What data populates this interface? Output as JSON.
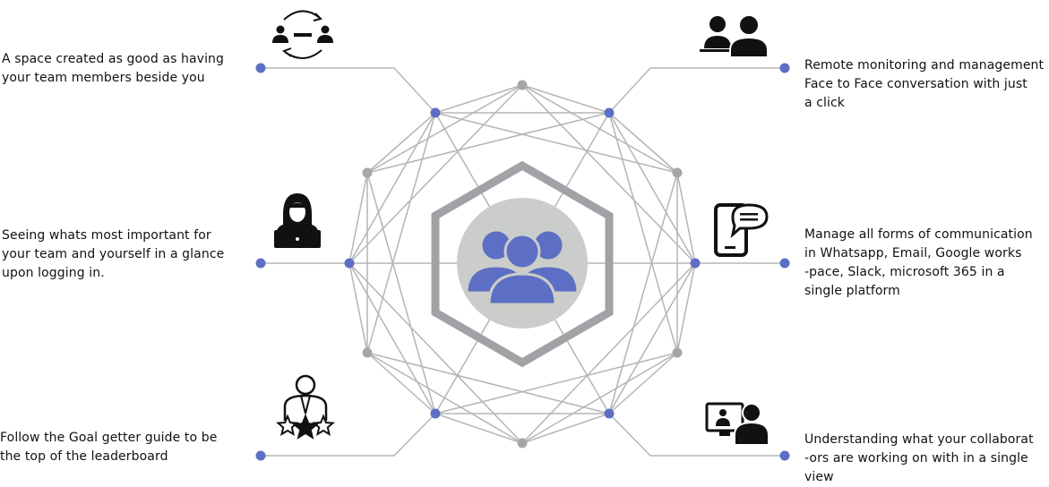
{
  "colors": {
    "node_blue": "#5d6fc4",
    "node_gray": "#a6a6a6",
    "line_gray": "#b5b5b5",
    "hexagon_gray": "#a2a1a6",
    "hub_circle": "#cacdc9",
    "icon_dark": "#111111"
  },
  "hub": {
    "icon": "team-group-icon"
  },
  "features": [
    {
      "id": "presence",
      "icon": "swap-people-icon",
      "lines": [
        "A space created as good as having",
        "your team members beside you"
      ]
    },
    {
      "id": "remote-monitoring",
      "icon": "people-at-desk-icon",
      "lines": [
        "Remote monitoring and management",
        "Face to Face conversation with just",
        "a click"
      ]
    },
    {
      "id": "dashboard",
      "icon": "person-laptop-icon",
      "lines": [
        "Seeing whats most important for",
        "your team and yourself in a glance",
        "upon logging in."
      ]
    },
    {
      "id": "communication",
      "icon": "phone-chat-icon",
      "lines": [
        "Manage all forms of communication",
        "in Whatsapp, Email, Google works",
        "-pace, Slack, microsoft 365 in a",
        "single platform"
      ]
    },
    {
      "id": "leaderboard",
      "icon": "person-star-icon",
      "lines": [
        "Follow the Goal getter guide to be",
        "the top of the leaderboard"
      ]
    },
    {
      "id": "collaborators",
      "icon": "video-call-icon",
      "lines": [
        "Understanding what your collaborat",
        "-ors are working on with in a single",
        "view"
      ]
    }
  ]
}
